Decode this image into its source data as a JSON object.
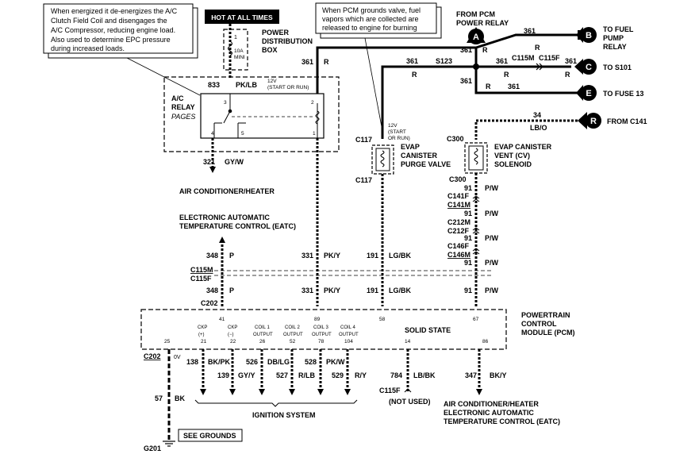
{
  "notes": {
    "ac_clutch": [
      "When energized it de-energizes the A/C",
      "Clutch Field Coil and disengages the",
      "A/C Compressor, reducing engine load.",
      "Also used to determine EPC pressure",
      "during increased loads."
    ],
    "hot": "HOT AT ALL TIMES",
    "pcm_valve": [
      "When PCM grounds valve, fuel",
      "vapors which are collected are",
      "released to engine for burning"
    ]
  },
  "pdb": {
    "label": [
      "POWER",
      "DISTRIBUTION",
      "BOX"
    ],
    "fuse_num": "1",
    "fuse_rating": [
      "10A",
      "MINI"
    ]
  },
  "relay": {
    "label": [
      "A/C",
      "RELAY"
    ],
    "sub": "PAGES",
    "pins": [
      "3",
      "2",
      "4",
      "5",
      "1"
    ]
  },
  "wires": {
    "w833": {
      "num": "833",
      "color": "PK/LB"
    },
    "v12": [
      "12V",
      "(START OR RUN)"
    ],
    "w321": {
      "num": "321",
      "color": "GY/W"
    },
    "w361_col": "361",
    "w361_r": "R",
    "w348": {
      "num": "348",
      "color": "P"
    },
    "w331": {
      "num": "331",
      "color": "PK/Y"
    },
    "w191": {
      "num": "191",
      "color": "LG/BK"
    },
    "w91": {
      "num": "91",
      "color": "P/W"
    },
    "w34": {
      "num": "34",
      "color": "LB/O"
    },
    "w138": {
      "num": "138",
      "color": "BK/PK"
    },
    "w139": {
      "num": "139",
      "color": "GY/Y"
    },
    "w526": {
      "num": "526",
      "color": "DB/LG"
    },
    "w527": {
      "num": "527",
      "color": "R/LB"
    },
    "w528": {
      "num": "528",
      "color": "PK/W"
    },
    "w529": {
      "num": "529",
      "color": "R/Y"
    },
    "w784": {
      "num": "784",
      "color": "LB/BK"
    },
    "w347": {
      "num": "347",
      "color": "BK/Y"
    },
    "w57": {
      "num": "57",
      "color": "BK"
    },
    "v0": "0V"
  },
  "splice": "S123",
  "connectors": {
    "c115m": "C115M",
    "c115f": "C115F",
    "c117": "C117",
    "c300": "C300",
    "c141f": "C141F",
    "c141m": "C141M",
    "c212m": "C212M",
    "c212f": "C212F",
    "c146f": "C146F",
    "c146m": "C146M",
    "c202": "C202",
    "g201": "G201"
  },
  "pcm_relay": [
    "FROM PCM",
    "POWER RELAY"
  ],
  "off_page": [
    {
      "letter": "A",
      "text": []
    },
    {
      "letter": "B",
      "text": [
        "TO FUEL",
        "PUMP",
        "RELAY"
      ]
    },
    {
      "letter": "C",
      "text": [
        "TO S101"
      ]
    },
    {
      "letter": "E",
      "text": [
        "TO FUSE 13"
      ]
    },
    {
      "letter": "R",
      "text": [
        "FROM C141"
      ]
    }
  ],
  "purge": {
    "v12": [
      "12V",
      "(START",
      "OR RUN)"
    ],
    "label": [
      "EVAP",
      "CANISTER",
      "PURGE VALVE"
    ]
  },
  "vent": {
    "label": [
      "EVAP CANISTER",
      "VENT (CV)",
      "SOLENOID"
    ]
  },
  "dest": {
    "ac_heater": "AIR CONDITIONER/HEATER",
    "eatc": [
      "ELECTRONIC AUTOMATIC",
      "TEMPERATURE CONTROL (EATC)"
    ],
    "ignition": "IGNITION SYSTEM",
    "not_used": "(NOT USED)",
    "ac_eatc": [
      "AIR CONDITIONER/HEATER",
      "ELECTRONIC AUTOMATIC",
      "TEMPERATURE CONTROL (EATC)"
    ],
    "see_grounds": "SEE GROUNDS"
  },
  "pcm": {
    "label": [
      "POWERTRAIN",
      "CONTROL",
      "MODULE (PCM)"
    ],
    "solid": "SOLID STATE",
    "top_pins": [
      "41",
      "89",
      "58",
      "67"
    ],
    "bottom_pins": [
      "25",
      "21",
      "22",
      "26",
      "52",
      "78",
      "104",
      "14",
      "86"
    ],
    "sig": [
      [
        "CKP",
        "(+)"
      ],
      [
        "CKP",
        "(−)"
      ],
      [
        "COIL 1",
        "OUTPUT"
      ],
      [
        "COIL 2",
        "OUTPUT"
      ],
      [
        "COIL 3",
        "OUTPUT"
      ],
      [
        "COIL 4",
        "OUTPUT"
      ]
    ]
  }
}
